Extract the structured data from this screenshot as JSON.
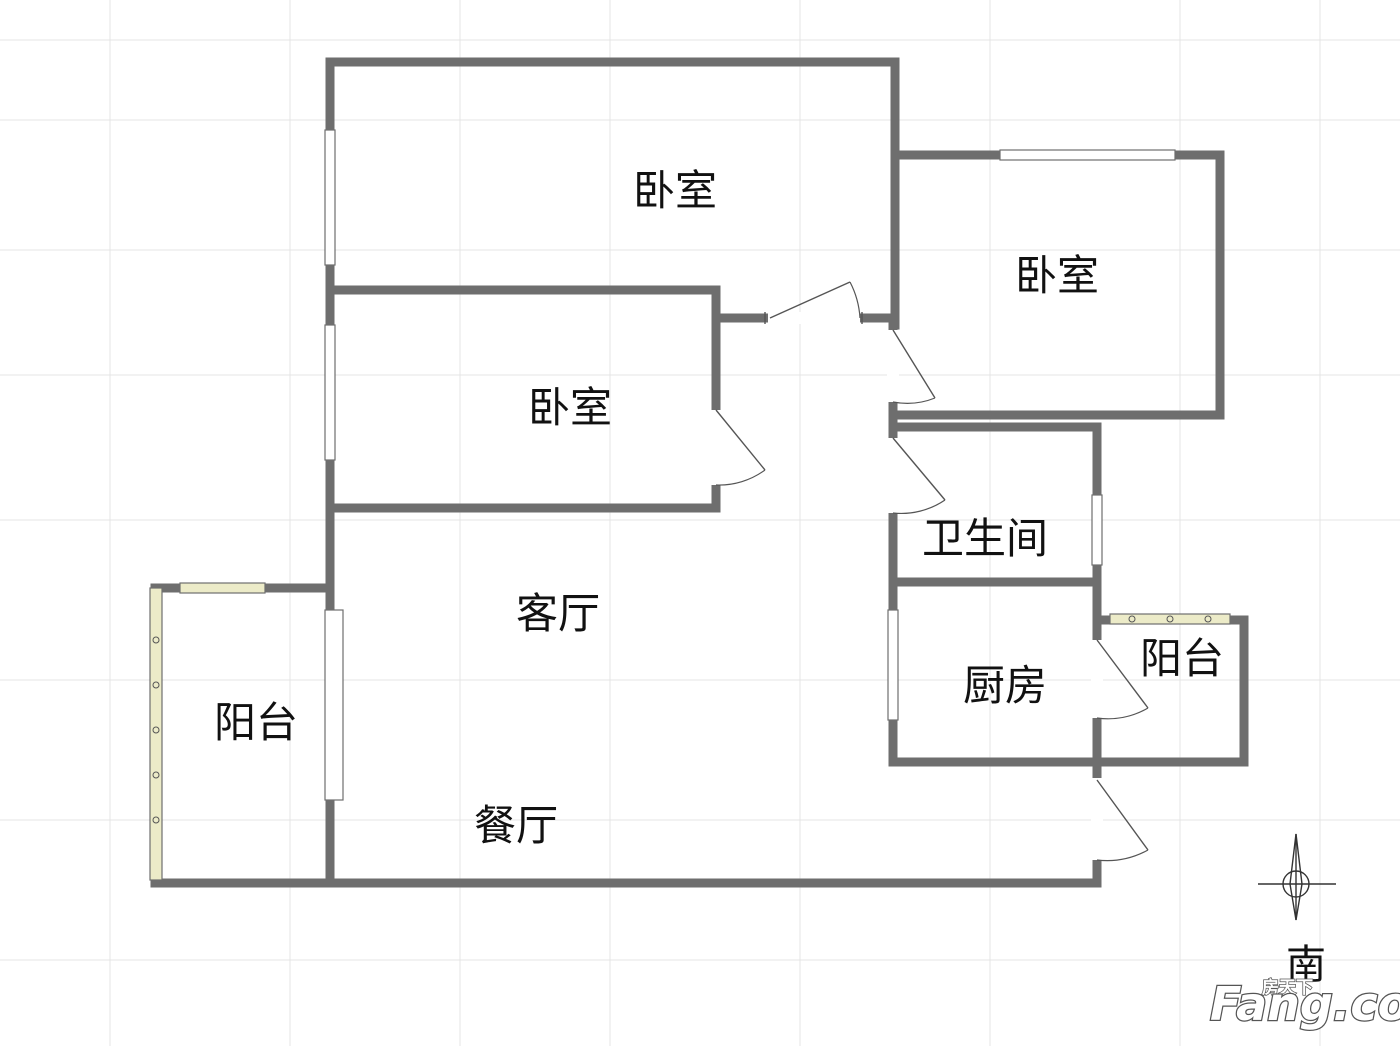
{
  "rooms": {
    "bedroom_top": "卧室",
    "bedroom_right": "卧室",
    "bedroom_middle": "卧室",
    "bathroom": "卫生间",
    "living_room": "客厅",
    "kitchen": "厨房",
    "balcony_left": "阳台",
    "balcony_right": "阳台",
    "dining_room": "餐厅"
  },
  "compass": {
    "direction_label": "南"
  },
  "watermark": {
    "brand": "Fang.com",
    "brand_cn": "房天下"
  },
  "colors": {
    "wall": "#6e6e6e",
    "railing": "#ecebc8",
    "grid": "#e4e4e4"
  }
}
